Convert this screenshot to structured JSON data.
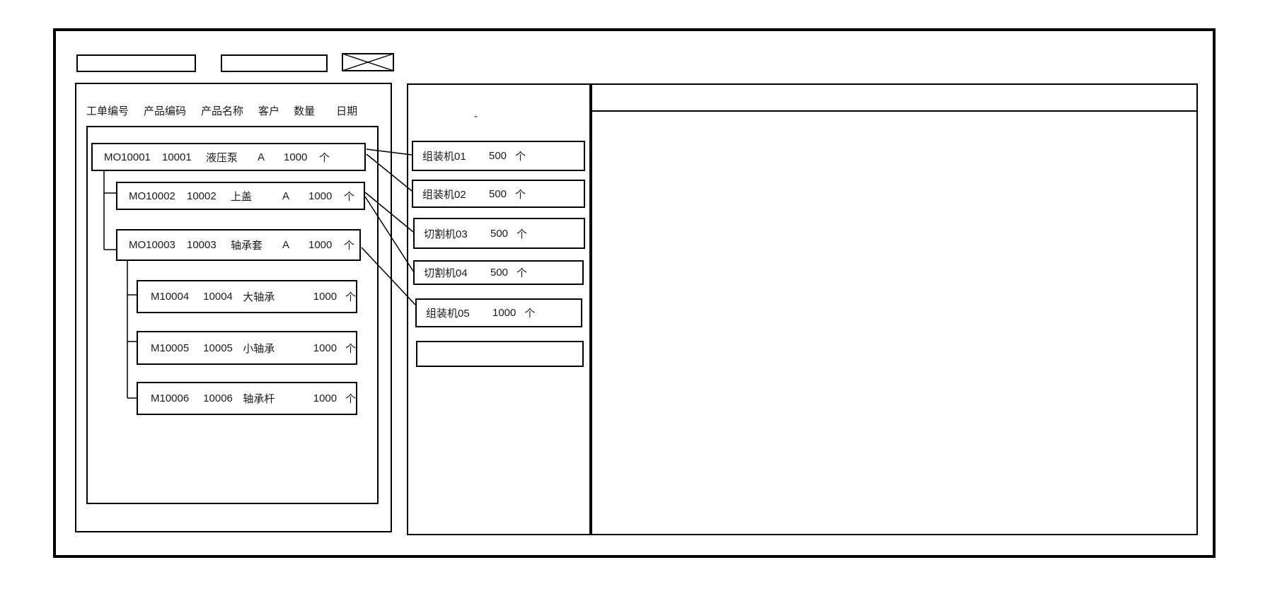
{
  "left_panel": {
    "columns": [
      "工单编号",
      "产品编码",
      "产品名称",
      "客户",
      "数量",
      "日期"
    ],
    "work_orders": [
      {
        "cells": [
          "MO10001",
          "10001",
          "液压泵",
          "A",
          "1000",
          "个"
        ]
      },
      {
        "cells": [
          "MO10002",
          "10002",
          "上盖",
          "A",
          "1000",
          "个"
        ]
      },
      {
        "cells": [
          "MO10003",
          "10003",
          "轴承套",
          "A",
          "1000",
          "个"
        ]
      },
      {
        "cells": [
          "M10004",
          "10004",
          "大轴承",
          "",
          "1000",
          "个"
        ]
      },
      {
        "cells": [
          "M10005",
          "10005",
          "小轴承",
          "",
          "1000",
          "个"
        ]
      },
      {
        "cells": [
          "M10006",
          "10006",
          "轴承杆",
          "",
          "1000",
          "个"
        ]
      }
    ]
  },
  "machine_panel": {
    "mark": "-",
    "machines": [
      {
        "name": "组装机01",
        "qty": "500",
        "unit": "个"
      },
      {
        "name": "组装机02",
        "qty": "500",
        "unit": "个"
      },
      {
        "name": "切割机03",
        "qty": "500",
        "unit": "个"
      },
      {
        "name": "切割机04",
        "qty": "500",
        "unit": "个"
      },
      {
        "name": "组装机05",
        "qty": "1000",
        "unit": "个"
      }
    ]
  },
  "colors": {
    "line": "#000000",
    "background": "#ffffff"
  }
}
